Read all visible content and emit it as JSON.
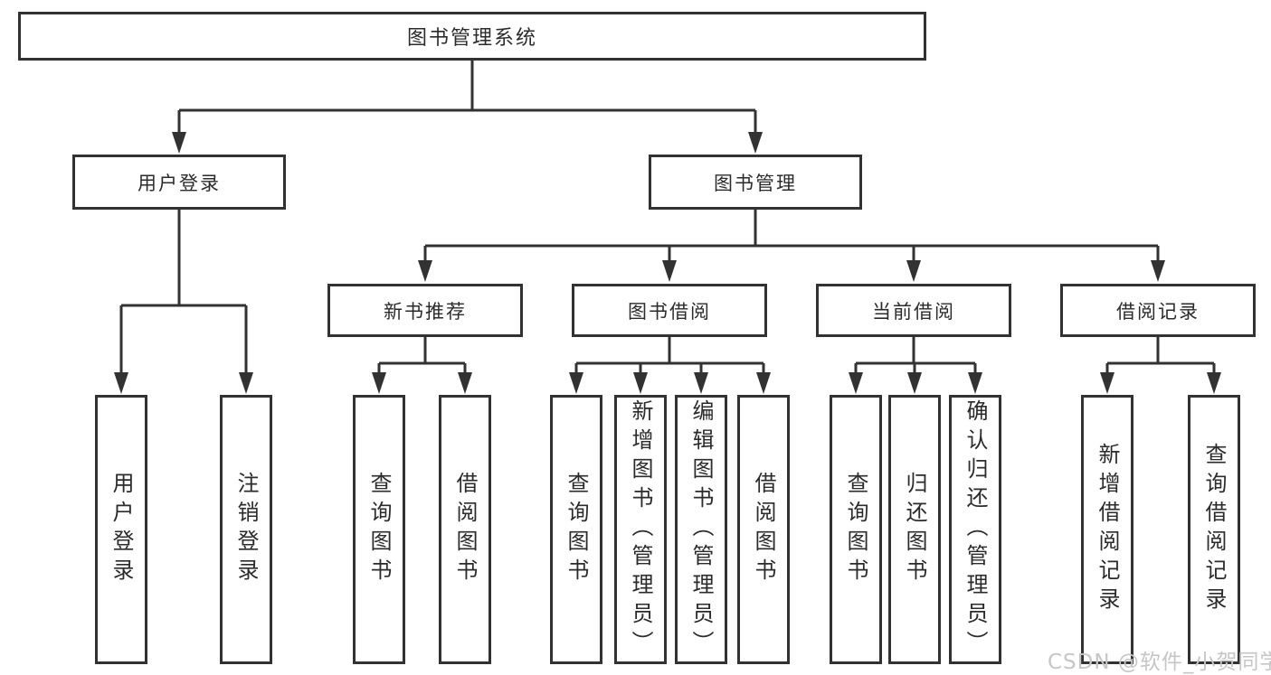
{
  "colors": {
    "line": "#323232",
    "box-border": "#323232",
    "box-bg": "#ffffff",
    "text": "#2b2b2b",
    "watermark": "#c6c6c6"
  },
  "watermark": {
    "text": "CSDN @软件_小贺同学"
  },
  "tree": {
    "root": {
      "label": "图书管理系统"
    },
    "l1": [
      {
        "label": "用户登录",
        "children": [
          {
            "label": "用户登录"
          },
          {
            "label": "注销登录"
          }
        ]
      },
      {
        "label": "图书管理"
      }
    ],
    "l2": [
      {
        "label": "新书推荐",
        "children": [
          {
            "label": "查询图书"
          },
          {
            "label": "借阅图书"
          }
        ]
      },
      {
        "label": "图书借阅",
        "children": [
          {
            "label": "查询图书"
          },
          {
            "label": "新增图书（管理员）"
          },
          {
            "label": "编辑图书（管理员）"
          },
          {
            "label": "借阅图书"
          }
        ]
      },
      {
        "label": "当前借阅",
        "children": [
          {
            "label": "查询图书"
          },
          {
            "label": "归还图书"
          },
          {
            "label": "确认归还（管理员）"
          }
        ]
      },
      {
        "label": "借阅记录",
        "children": [
          {
            "label": "新增借阅记录"
          },
          {
            "label": "查询借阅记录"
          }
        ]
      }
    ]
  }
}
